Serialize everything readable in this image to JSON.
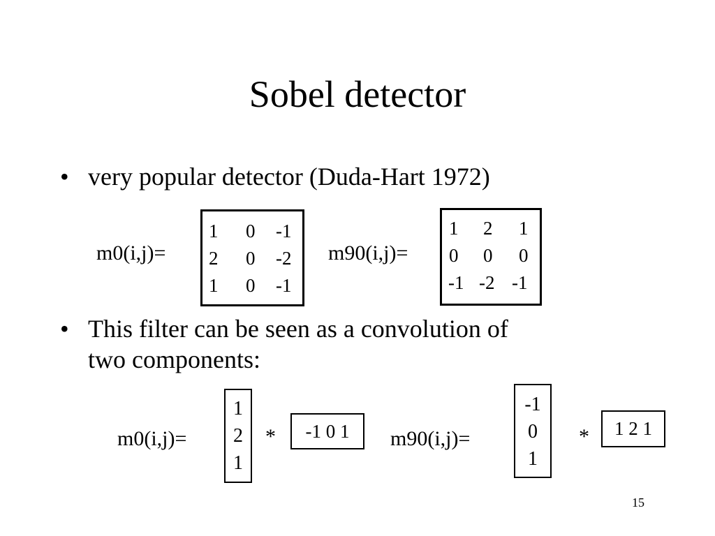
{
  "slide": {
    "title": "Sobel detector",
    "bullet_char": "•",
    "bullet1": "very popular detector (Duda-Hart 1972)",
    "bullet2_line1": "This filter can be seen as a convolution of",
    "bullet2_line2": "two components:",
    "page_number": "15"
  },
  "matrices": {
    "m0": {
      "label": "m0(i,j)=",
      "rows": [
        [
          "1",
          "0",
          "-1"
        ],
        [
          "2",
          "0",
          "-2"
        ],
        [
          "1",
          "0",
          "-1"
        ]
      ]
    },
    "m90": {
      "label": "m90(i,j)=",
      "rows": [
        [
          "1",
          "2",
          "1"
        ],
        [
          "0",
          "0",
          "0"
        ],
        [
          "-1",
          "-2",
          "-1"
        ]
      ]
    }
  },
  "decomposition": {
    "m0": {
      "label": "m0(i,j)=",
      "column": [
        "1",
        "2",
        "1"
      ],
      "operator": "*",
      "row": "-1 0 1"
    },
    "m90": {
      "label": "m90(i,j)=",
      "column": [
        "-1",
        "0",
        "1"
      ],
      "operator": "*",
      "row": "1 2 1"
    }
  }
}
